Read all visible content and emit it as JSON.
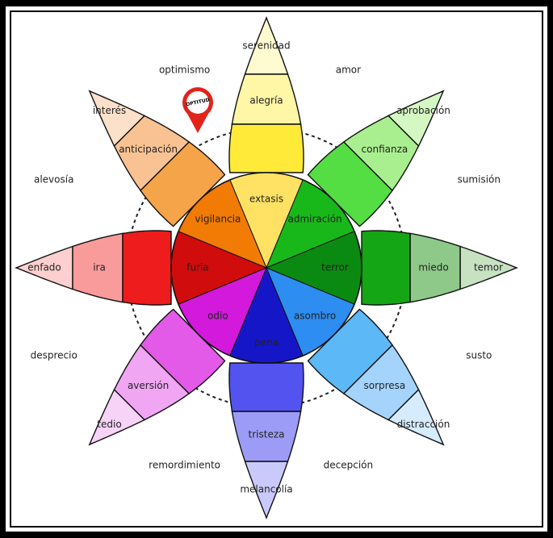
{
  "badge": {
    "text": "OPTITUD",
    "color": "#e2231a"
  },
  "petals": [
    {
      "id": "serenidad-group",
      "outer": "serenidad",
      "middle": "alegría",
      "inner": "extasis",
      "colors": {
        "tip": "#fffbd0",
        "outer": "#fff6a6",
        "middle": "#ffea3a",
        "inner": "#ffe264"
      }
    },
    {
      "id": "aprobacion-group",
      "outer": "aprobación",
      "middle": "confianza",
      "inner": "admiración",
      "colors": {
        "tip": "#d4f7c4",
        "outer": "#a9ef8f",
        "middle": "#55dd44",
        "inner": "#18b81a"
      }
    },
    {
      "id": "miedo-group",
      "outer": "temor",
      "middle": "miedo",
      "inner": "terror",
      "colors": {
        "tip": "#c7e2c1",
        "outer": "#8ec989",
        "middle": "#14a614",
        "inner": "#0b8a12"
      }
    },
    {
      "id": "sorpresa-group",
      "outer": "distracción",
      "middle": "sorpresa",
      "inner": "asombro",
      "colors": {
        "tip": "#d6ebfd",
        "outer": "#a4d4fb",
        "middle": "#5cb8f6",
        "inner": "#2d8df0"
      }
    },
    {
      "id": "tristeza-group",
      "outer": "melancolía",
      "middle": "tristeza",
      "inner": "pena",
      "colors": {
        "tip": "#c9c9fb",
        "outer": "#9c9cf7",
        "middle": "#5353f0",
        "inner": "#1616c9"
      }
    },
    {
      "id": "aversion-group",
      "outer": "tedio",
      "middle": "aversión",
      "inner": "odio",
      "colors": {
        "tip": "#f7d3f8",
        "outer": "#f0a6f2",
        "middle": "#e359e8",
        "inner": "#d219dc"
      }
    },
    {
      "id": "ira-group",
      "outer": "enfado",
      "middle": "ira",
      "inner": "furia",
      "colors": {
        "tip": "#fdcfcf",
        "outer": "#fa9b9b",
        "middle": "#ee1c1c",
        "inner": "#d00c0c"
      }
    },
    {
      "id": "anticipacion-group",
      "outer": "interés",
      "middle": "anticipación",
      "inner": "vigilancia",
      "colors": {
        "tip": "#fde0c9",
        "outer": "#f9c293",
        "middle": "#f5a44a",
        "inner": "#f27b05"
      }
    }
  ],
  "dyads": [
    "amor",
    "sumisión",
    "susto",
    "decepción",
    "remordimiento",
    "desprecio",
    "alevosía",
    "optimismo"
  ]
}
